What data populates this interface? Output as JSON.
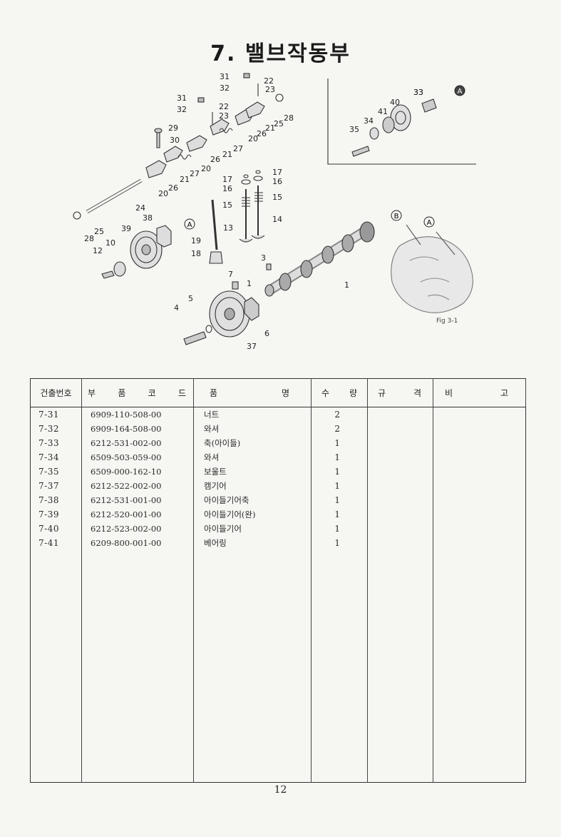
{
  "page": {
    "title": "7. 밸브작동부",
    "page_number": "12",
    "figure_label": "Fig 3-1"
  },
  "diagram": {
    "callouts": [
      "31",
      "32",
      "22",
      "23",
      "31",
      "32",
      "22",
      "23",
      "28",
      "29",
      "30",
      "25",
      "21",
      "26",
      "20",
      "27",
      "21",
      "26",
      "20",
      "27",
      "21",
      "26",
      "20",
      "24",
      "17",
      "16",
      "17",
      "16",
      "15",
      "15",
      "14",
      "13",
      "19",
      "18",
      "33",
      "38",
      "39",
      "10",
      "12",
      "28",
      "25",
      "7",
      "1",
      "3",
      "1",
      "5",
      "4",
      "37",
      "6",
      "33",
      "40",
      "41",
      "34",
      "35"
    ],
    "markers": [
      "A",
      "A",
      "A",
      "B",
      "B"
    ]
  },
  "table": {
    "headers": {
      "no": "건출번호",
      "code": [
        "부",
        "품",
        "코",
        "드"
      ],
      "name": [
        "품",
        "명"
      ],
      "qty": [
        "수",
        "량"
      ],
      "spec": [
        "규",
        "격"
      ],
      "note": [
        "비",
        "고"
      ]
    },
    "rows": [
      {
        "no": "7-31",
        "code": "6909-110-508-00",
        "name": "너트",
        "qty": "2",
        "spec": "",
        "note": ""
      },
      {
        "no": "7-32",
        "code": "6909-164-508-00",
        "name": "와셔",
        "qty": "2",
        "spec": "",
        "note": ""
      },
      {
        "no": "7-33",
        "code": "6212-531-002-00",
        "name": "축(아이들)",
        "qty": "1",
        "spec": "",
        "note": ""
      },
      {
        "no": "7-34",
        "code": "6509-503-059-00",
        "name": "와셔",
        "qty": "1",
        "spec": "",
        "note": ""
      },
      {
        "no": "7-35",
        "code": "6509-000-162-10",
        "name": "보울트",
        "qty": "1",
        "spec": "",
        "note": ""
      },
      {
        "no": "7-37",
        "code": "6212-522-002-00",
        "name": "캠기어",
        "qty": "1",
        "spec": "",
        "note": ""
      },
      {
        "no": "7-38",
        "code": "6212-531-001-00",
        "name": "아이들기어축",
        "qty": "1",
        "spec": "",
        "note": ""
      },
      {
        "no": "7-39",
        "code": "6212-520-001-00",
        "name": "아이들기어(완)",
        "qty": "1",
        "spec": "",
        "note": ""
      },
      {
        "no": "7-40",
        "code": "6212-523-002-00",
        "name": "아이들기어",
        "qty": "1",
        "spec": "",
        "note": ""
      },
      {
        "no": "7-41",
        "code": "6209-800-001-00",
        "name": "베어링",
        "qty": "1",
        "spec": "",
        "note": ""
      }
    ]
  }
}
